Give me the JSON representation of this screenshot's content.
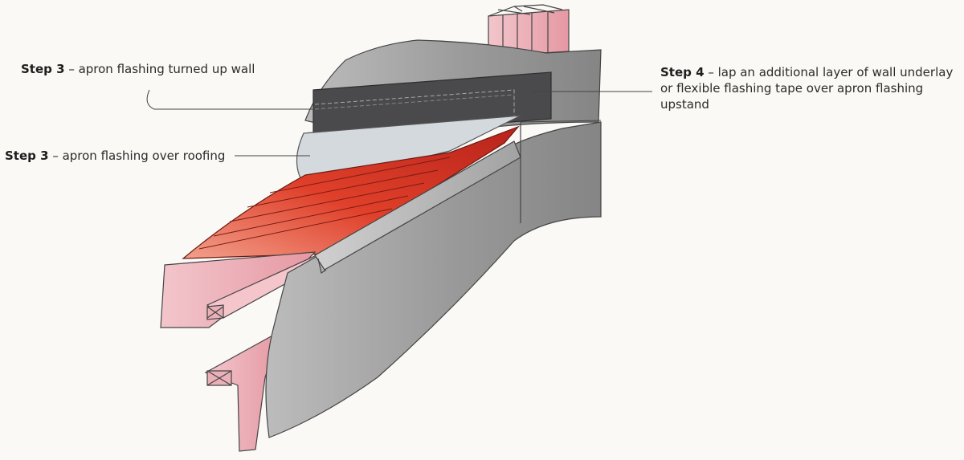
{
  "labels": {
    "step3_wall": {
      "step": "Step 3",
      "text": " – apron flashing turned up wall"
    },
    "step3_roof": {
      "step": "Step 3",
      "text": " – apron flashing over roofing"
    },
    "step4": {
      "step": "Step 4",
      "line1": " – lap an additional layer of wall underlay",
      "line2": "or flexible flashing tape over apron flashing",
      "line3": "upstand"
    }
  },
  "colors": {
    "background": "#faf9f6",
    "wall_cladding": "#8f8f8f",
    "wall_underlay": "#4a4a4c",
    "apron_flashing": "#d4d9de",
    "roofing": "#d93a28",
    "timber_framing": "#eab0b8"
  }
}
